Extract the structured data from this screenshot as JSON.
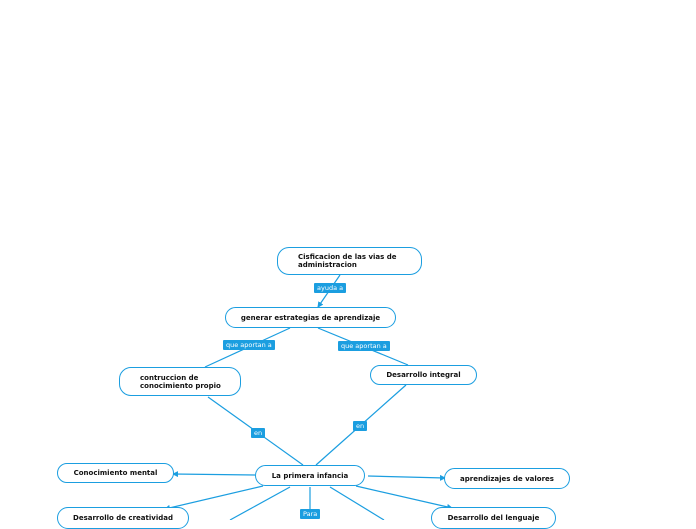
{
  "colors": {
    "accent": "#1b9ee0",
    "node_fill": "#ffffff",
    "text": "#111111"
  },
  "nodes": {
    "clasificacion": "Cisficacion de las vias de\nadministracion",
    "estrategias": "generar estrategias de aprendizaje",
    "construccion": "contruccion de\nconocimiento propio",
    "integral": "Desarrollo integral",
    "infancia": "La primera infancia",
    "mental": "Conocimiento mental",
    "valores": "aprendizajes de valores",
    "creatividad": "Desarrollo de creatividad",
    "lenguaje": "Desarrollo del lenguaje"
  },
  "labels": {
    "ayuda": "ayuda a",
    "aportan_left": "que aportan a",
    "aportan_right": "que aportan a",
    "en_left": "en",
    "en_right": "en",
    "para": "Para"
  }
}
